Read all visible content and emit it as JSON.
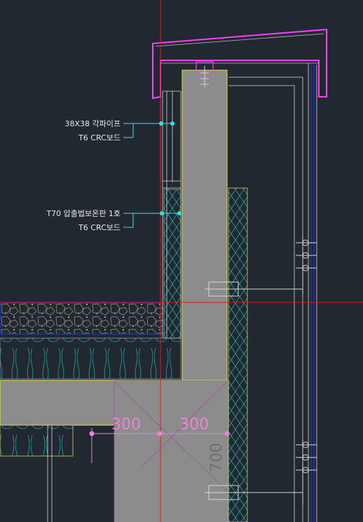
{
  "labels": {
    "pipe": "38X38 각파이프",
    "crc_upper": "T6 CRC보드",
    "insulation": "T70 압출법보온판 1호",
    "crc_lower": "T6 CRC보드"
  },
  "dimensions": {
    "left": "300",
    "right": "300",
    "vertical": "700"
  },
  "colors": {
    "background": "#212830",
    "concrete": "#8c8c8c",
    "cap": "#ff3cff",
    "leader": "#2ee6e6",
    "crosshair": "#e01818",
    "dimension": "#ee82d6",
    "insulation_hatch": "#1fa6a0",
    "finish_line": "#1c3cd6"
  }
}
